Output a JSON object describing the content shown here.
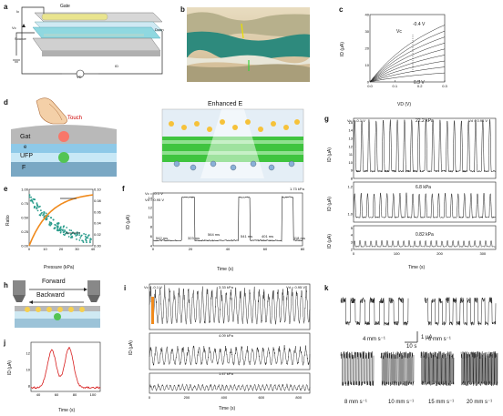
{
  "panels": {
    "a": {
      "letter": "a",
      "gate": "Gate",
      "ic": "Ic",
      "vc": "Vc",
      "source": "Source",
      "drain": "Drain",
      "vd": "VD",
      "id": "ID"
    },
    "b": {
      "letter": "b"
    },
    "c": {
      "letter": "c",
      "ylabel": "ID (μA)",
      "xlabel": "VD (V)",
      "vc_label": "Vc",
      "top_curve": "-0.4 V",
      "bottom_curve": "0.5 V",
      "xticks": [
        "0.0",
        "0.1",
        "0.2",
        "0.3"
      ],
      "yticks": [
        "0",
        "10",
        "20",
        "30",
        "40"
      ]
    },
    "d": {
      "letter": "d",
      "touch": "Touch",
      "gate": "Gat",
      "e": "e",
      "ufp": "UFP",
      "f": "F",
      "enhanced": "Enhanced E"
    },
    "e": {
      "letter": "e",
      "ylabel_left": "Ratio",
      "ylabel_right": "Ratio (%)",
      "xlabel": "Pressure (kPa)",
      "xticks": [
        "0",
        "10",
        "20",
        "30",
        "40"
      ],
      "yticks_left": [
        "0.00",
        "0.25",
        "0.50",
        "0.75",
        "1.00"
      ],
      "yticks_right": [
        "0.00",
        "0.02",
        "0.04",
        "0.06",
        "0.08",
        "0.10"
      ]
    },
    "f": {
      "letter": "f",
      "vc": "Vc = -0.1 V",
      "vd": "Vd = 0.95 V",
      "pressure": "1.73 kPa",
      "ylabel": "ID (μA)",
      "xlabel": "Time (s)",
      "xticks": [
        "0",
        "20",
        "40",
        "60",
        "80"
      ],
      "yticks": [
        "4",
        "6",
        "8",
        "10",
        "12",
        "14"
      ],
      "timings": [
        "542 ms",
        "323 ms",
        "564 ms",
        "541 ms",
        "401 ms",
        "118 ms"
      ]
    },
    "g": {
      "letter": "g",
      "vc": "Vc = -0.1 V",
      "vd": "Vd = 0.95 V",
      "p1": "22.2 kPa",
      "p2": "6.8 kPa",
      "p3": "0.82 kPa",
      "ylabel": "ID (μA)",
      "xlabel": "Time (s)",
      "xticks": [
        "0",
        "100",
        "200",
        "300"
      ],
      "yticks1": [
        "8",
        "9",
        "10",
        "11",
        "12",
        "13",
        "14",
        "15"
      ],
      "yticks2": [
        "1.0",
        "1.2"
      ],
      "yticks3": [
        "2",
        "3",
        "4",
        "5"
      ]
    },
    "h": {
      "letter": "h",
      "forward": "Forward",
      "backward": "Backward"
    },
    "i": {
      "letter": "i",
      "vc": "Vc = -0.1 V",
      "vd": "Vd = 0.95 V",
      "p1": "3.33 kPa",
      "p2": "4.09 kPa",
      "p3": "1.47 kPa",
      "ylabel": "ID (μA)",
      "xlabel": "Time (s)",
      "xticks": [
        "0",
        "200",
        "400",
        "600",
        "800"
      ]
    },
    "j": {
      "letter": "j",
      "ylabel": "ID (μA)",
      "xlabel": "Time (s)",
      "xticks": [
        "40",
        "60",
        "80",
        "100"
      ],
      "yticks": [
        "8",
        "10",
        "12"
      ]
    },
    "k": {
      "letter": "k",
      "s4": "4 mm s⁻¹",
      "s6": "6 mm s⁻¹",
      "s8": "8 mm s⁻¹",
      "s10": "10 mm s⁻¹",
      "s15": "15 mm s⁻¹",
      "s20": "20 mm s⁻¹",
      "scale_i": "1 μA",
      "scale_t": "10 s"
    }
  }
}
